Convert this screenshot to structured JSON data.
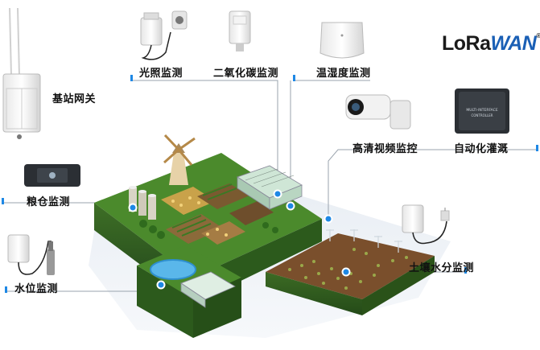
{
  "labels": {
    "gateway": "基站网关",
    "light_co2_light": "光照监测",
    "co2": "二氧化碳监测",
    "temp_humidity": "温湿度监测",
    "video": "高清视频监控",
    "irrigation": "自动化灌溉",
    "granary": "粮仓监测",
    "water_level": "水位监测",
    "soil_moisture": "土壤水分监测"
  },
  "logo": {
    "lora": "LoRa",
    "wan": "WAN",
    "reg": "®"
  },
  "colors": {
    "accent": "#1e88e5",
    "grass": "#4b7f2a",
    "soil": "#6b4a2a",
    "island_side": "#2f5c20"
  }
}
